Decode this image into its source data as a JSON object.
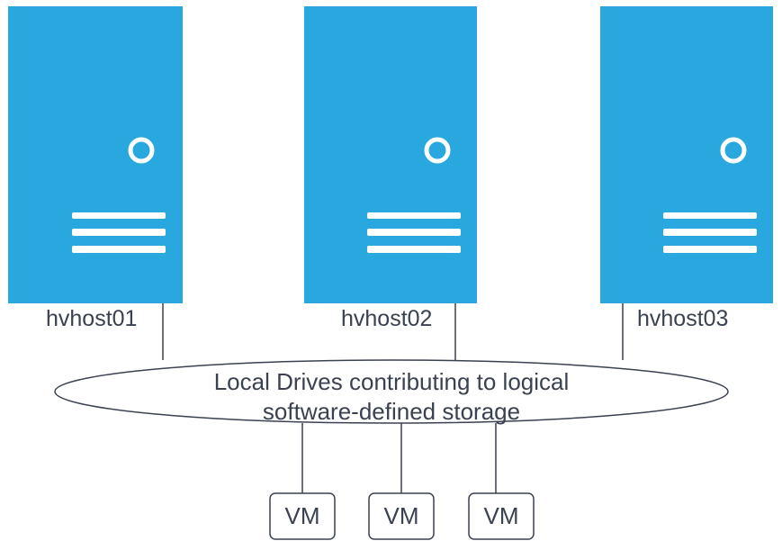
{
  "colors": {
    "server_fill": "#29a8e0",
    "server_detail": "#ffffff",
    "line": "#3a4150",
    "text": "#3a4150"
  },
  "hosts": [
    {
      "label": "hvhost01",
      "icon": "server-icon"
    },
    {
      "label": "hvhost02",
      "icon": "server-icon"
    },
    {
      "label": "hvhost03",
      "icon": "server-icon"
    }
  ],
  "storage": {
    "line1": "Local Drives contributing to logical",
    "line2": "software-defined storage"
  },
  "vms": [
    {
      "label": "VM"
    },
    {
      "label": "VM"
    },
    {
      "label": "VM"
    }
  ]
}
